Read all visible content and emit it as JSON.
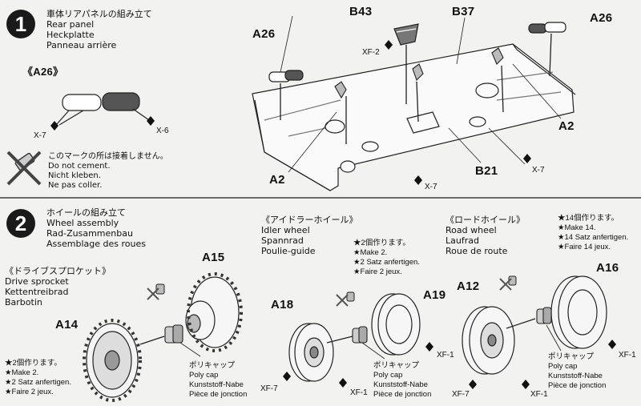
{
  "step1": {
    "number": "1",
    "title_jp": "車体リアパネルの組み立て",
    "title_en": "Rear panel",
    "title_de": "Heckplatte",
    "title_fr": "Panneau arrière",
    "detail_label": "《A26》",
    "parts": {
      "b43": "B43",
      "b37": "B37",
      "a26_left": "A26",
      "a26_right": "A26",
      "a2_left": "A2",
      "a2_right": "A2",
      "b21": "B21"
    },
    "paints": {
      "xf2": "XF-2",
      "x7_a": "X-7",
      "x6": "X-6",
      "x7_b": "X-7",
      "x7_c": "X-7"
    },
    "no_cement": {
      "jp": "このマークの所は接着しません。",
      "en": "Do not cement.",
      "de": "Nicht kleben.",
      "fr": "Ne pas coller."
    }
  },
  "step2": {
    "number": "2",
    "title_jp": "ホイールの組み立て",
    "title_en": "Wheel assembly",
    "title_de": "Rad-Zusammenbau",
    "title_fr": "Assemblage des roues",
    "sprocket": {
      "jp": "《ドライブスプロケット》",
      "en": "Drive sprocket",
      "de": "Kettentreibrad",
      "fr": "Barbotin"
    },
    "idler": {
      "jp": "《アイドラーホイール》",
      "en": "Idler wheel",
      "de": "Spannrad",
      "fr": "Poulie-guide"
    },
    "road": {
      "jp": "《ロードホイール》",
      "en": "Road wheel",
      "de": "Laufrad",
      "fr": "Roue de route"
    },
    "make2_sprocket": {
      "jp": "★2個作ります。",
      "en": "★Make 2.",
      "de": "★2 Satz anfertigen.",
      "fr": "★Faire 2 jeux."
    },
    "make2_idler": {
      "jp": "★2個作ります。",
      "en": "★Make 2.",
      "de": "★2 Satz anfertigen.",
      "fr": "★Faire 2 jeux."
    },
    "make14": {
      "jp": "★14個作ります。",
      "en": "★Make 14.",
      "de": "★14 Satz anfertigen.",
      "fr": "★Faire 14 jeux."
    },
    "polycap_1": {
      "jp": "ポリキャップ",
      "en": "Poly cap",
      "de": "Kunststoff-Nabe",
      "fr": "Pièce de jonction"
    },
    "polycap_2": {
      "jp": "ポリキャップ",
      "en": "Poly cap",
      "de": "Kunststoff-Nabe",
      "fr": "Pièce de jonction"
    },
    "polycap_3": {
      "jp": "ポリキャップ",
      "en": "Poly cap",
      "de": "Kunststoff-Nabe",
      "fr": "Pièce de jonction"
    },
    "parts": {
      "a14": "A14",
      "a15": "A15",
      "a18": "A18",
      "a19": "A19",
      "a12": "A12",
      "a16": "A16"
    },
    "paints": {
      "xf7_a": "XF-7",
      "xf1_a": "XF-1",
      "xf1_b": "XF-1",
      "xf7_b": "XF-7",
      "xf1_c": "XF-1",
      "xf1_d": "XF-1"
    }
  }
}
